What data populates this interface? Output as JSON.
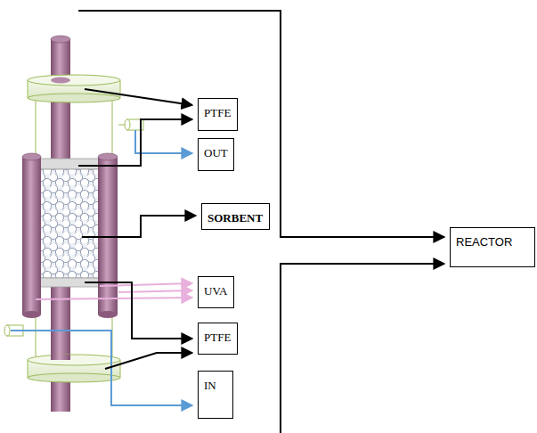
{
  "diagram": {
    "nodes": [
      {
        "text": [
          "PTFE"
        ]
      },
      {
        "text": [
          "OUT"
        ]
      },
      {
        "text": [
          "SORBENT"
        ]
      },
      {
        "text": [
          "UVA"
        ]
      },
      {
        "text": [
          "PTFE"
        ]
      },
      {
        "text": [
          "IN"
        ]
      },
      {
        "text": [
          "REACTOR"
        ]
      }
    ]
  }
}
